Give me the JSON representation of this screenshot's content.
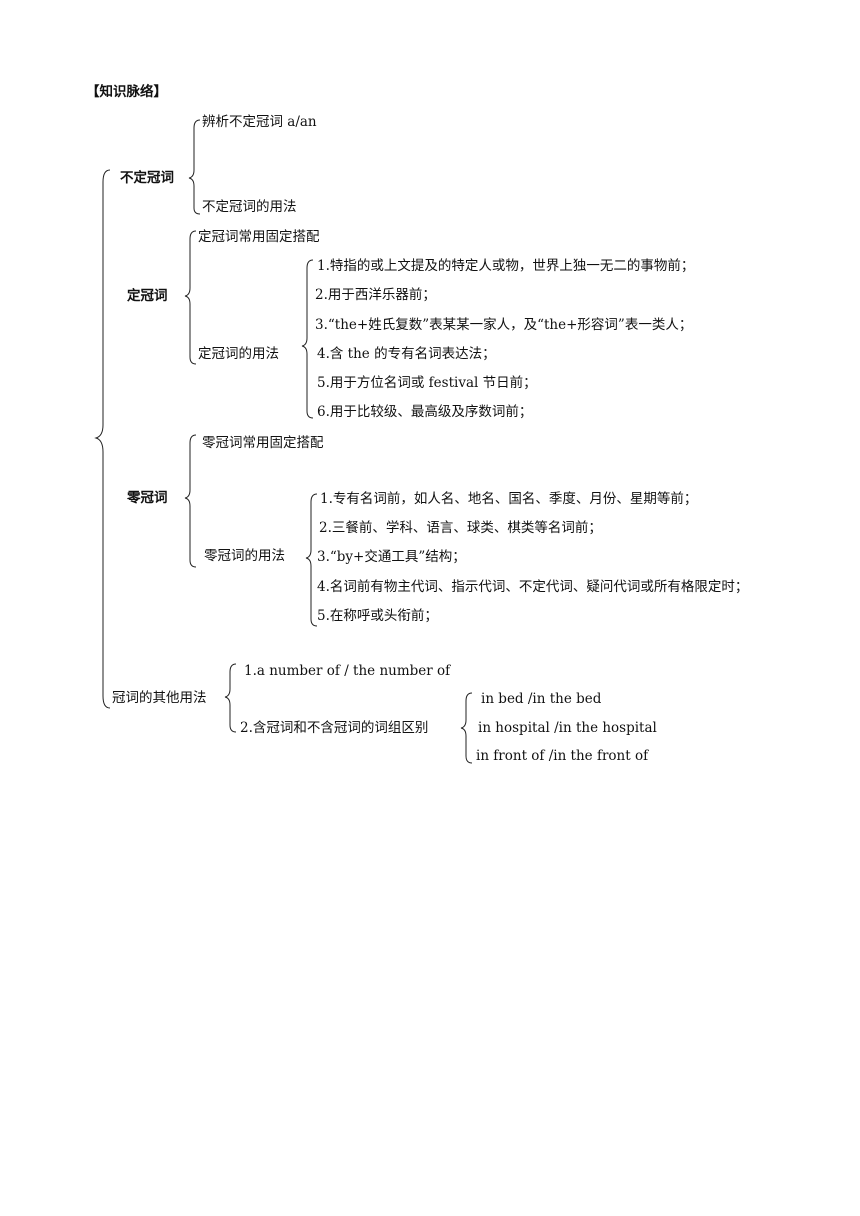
{
  "heading": "【知识脉络】",
  "indefinite": {
    "label": "不定冠词",
    "items": [
      "辨析不定冠词 a/an",
      "不定冠词的用法"
    ]
  },
  "definite": {
    "label": "定冠词",
    "items": [
      "定冠词常用固定搭配",
      "定冠词的用法"
    ],
    "usage": [
      "1.特指的或上文提及的特定人或物，世界上独一无二的事物前；",
      "2.用于西洋乐器前；",
      "3.“the+姓氏复数”表某某一家人，及“the+形容词”表一类人；",
      "4.含 the 的专有名词表达法；",
      "5.用于方位名词或 festival 节日前；",
      "6.用于比较级、最高级及序数词前；"
    ]
  },
  "zero": {
    "label": "零冠词",
    "items": [
      "零冠词常用固定搭配",
      "零冠词的用法"
    ],
    "usage": [
      "1.专有名词前，如人名、地名、国名、季度、月份、星期等前；",
      "2.三餐前、学科、语言、球类、棋类等名词前；",
      "3.“by+交通工具”结构；",
      "4.名词前有物主代词、指示代词、不定代词、疑问代词或所有格限定时；",
      "5.在称呼或头衔前；"
    ]
  },
  "other": {
    "label": "冠词的其他用法",
    "items": [
      "1.a number of / the number of",
      "2.含冠词和不含冠词的词组区别"
    ],
    "pairs": [
      "in bed /in the bed",
      "in hospital /in the hospital",
      "in front of /in the front of"
    ]
  }
}
